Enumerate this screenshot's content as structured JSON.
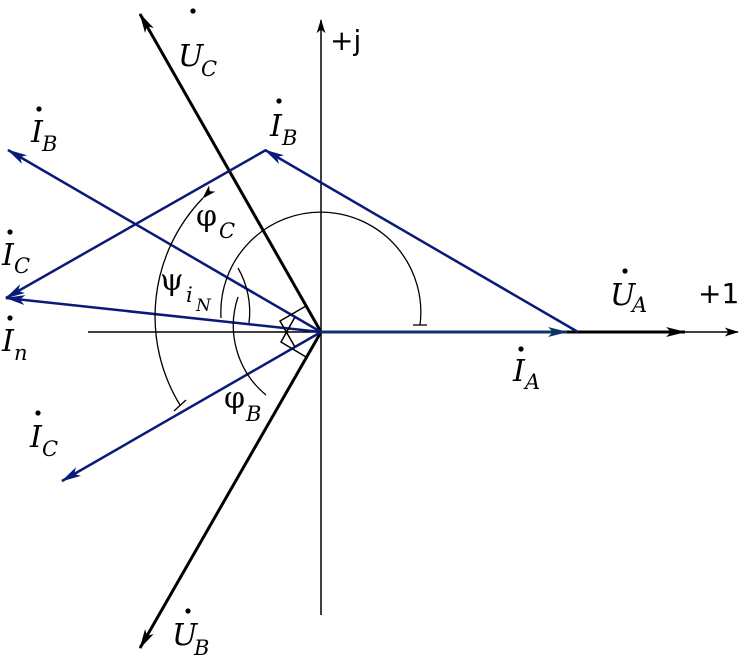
{
  "axes": {
    "real_label": "+1",
    "imag_label": "+j"
  },
  "voltages": {
    "ua": {
      "main": "U",
      "sub": "A"
    },
    "ub": {
      "main": "U",
      "sub": "B"
    },
    "uc": {
      "main": "U",
      "sub": "C"
    }
  },
  "currents": {
    "ia": {
      "main": "I",
      "sub": "A"
    },
    "ib_phasor": {
      "main": "I",
      "sub": "B"
    },
    "ib_shifted": {
      "main": "I",
      "sub": "B"
    },
    "ic_phasor": {
      "main": "I",
      "sub": "C"
    },
    "ic_shifted": {
      "main": "I",
      "sub": "C"
    },
    "in": {
      "main": "I",
      "sub": "n"
    }
  },
  "angles": {
    "phi_c": {
      "main": "φ",
      "sub": "C"
    },
    "phi_b": {
      "main": "φ",
      "sub": "B"
    },
    "psi_in": {
      "main": "ψ",
      "sub": "i",
      "subsub": "N"
    }
  },
  "colors": {
    "voltage": "#000000",
    "current": "#0a1a78",
    "ia": "#0b3565",
    "axis": "#000000"
  }
}
